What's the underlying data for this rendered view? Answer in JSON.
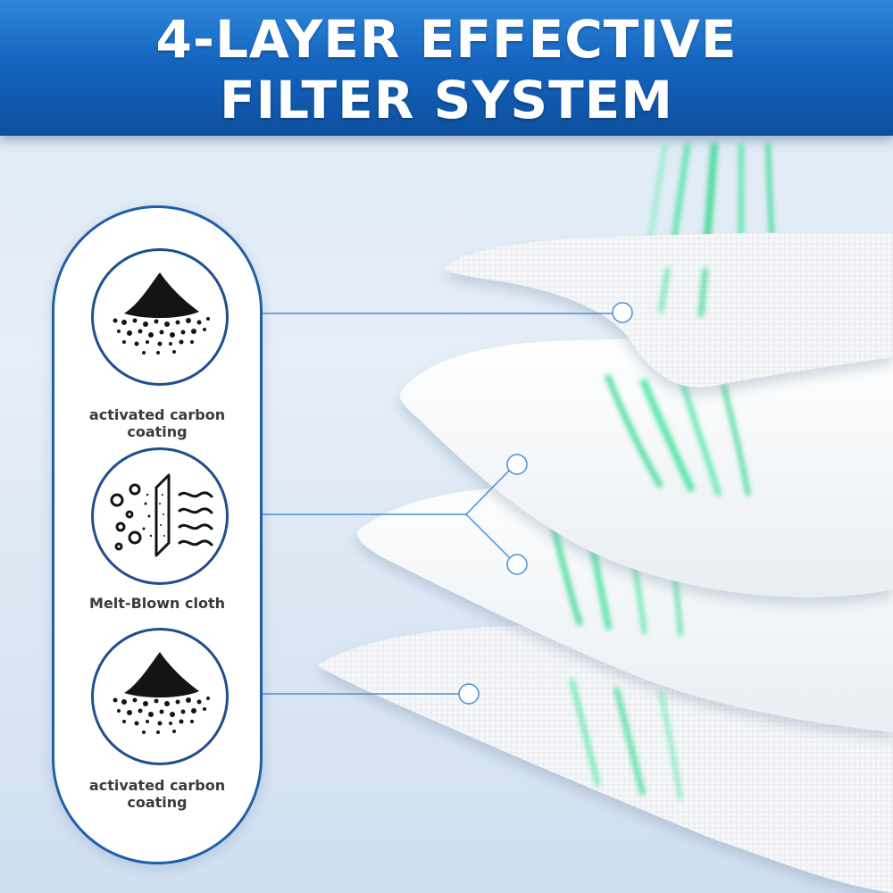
{
  "header": {
    "title_line1": "4-LAYER EFFECTIVE",
    "title_line2": "FILTER SYSTEM"
  },
  "layers": [
    {
      "icon": "carbon-powder-icon",
      "label_line1": "activated carbon",
      "label_line2": "coating"
    },
    {
      "icon": "melt-blown-filter-icon",
      "label_line1": "Melt-Blown cloth",
      "label_line2": ""
    },
    {
      "icon": "carbon-powder-icon",
      "label_line1": "activated carbon",
      "label_line2": "coating"
    }
  ],
  "colors": {
    "banner": "#1565c0",
    "panel_border": "#1f5fa8",
    "connector": "#4a8fd4",
    "airflow": "#2fd88a"
  }
}
